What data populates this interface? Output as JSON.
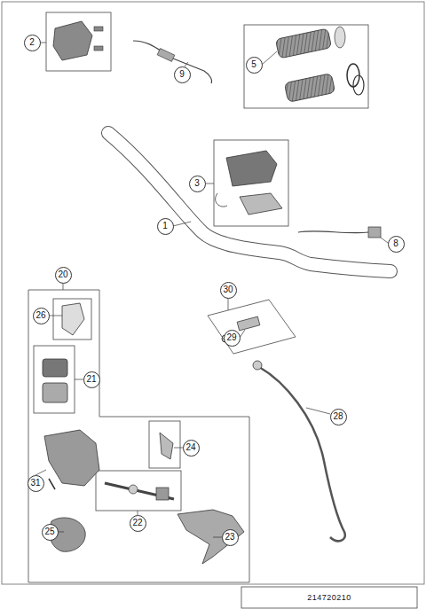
{
  "diagram": {
    "nodes": [
      {
        "text": [
          "2"
        ]
      },
      {
        "text": [
          "9"
        ]
      },
      {
        "text": [
          "5"
        ]
      },
      {
        "text": [
          "3"
        ]
      },
      {
        "text": [
          "1"
        ]
      },
      {
        "text": [
          "8"
        ]
      },
      {
        "text": [
          "20"
        ]
      },
      {
        "text": [
          "26"
        ]
      },
      {
        "text": [
          "30"
        ]
      },
      {
        "text": [
          "29"
        ]
      },
      {
        "text": [
          "21"
        ]
      },
      {
        "text": [
          "28"
        ]
      },
      {
        "text": [
          "24"
        ]
      },
      {
        "text": [
          "31"
        ]
      },
      {
        "text": [
          "22"
        ]
      },
      {
        "text": [
          "25"
        ]
      },
      {
        "text": [
          "23"
        ]
      }
    ],
    "labels": [
      "214720210"
    ]
  }
}
